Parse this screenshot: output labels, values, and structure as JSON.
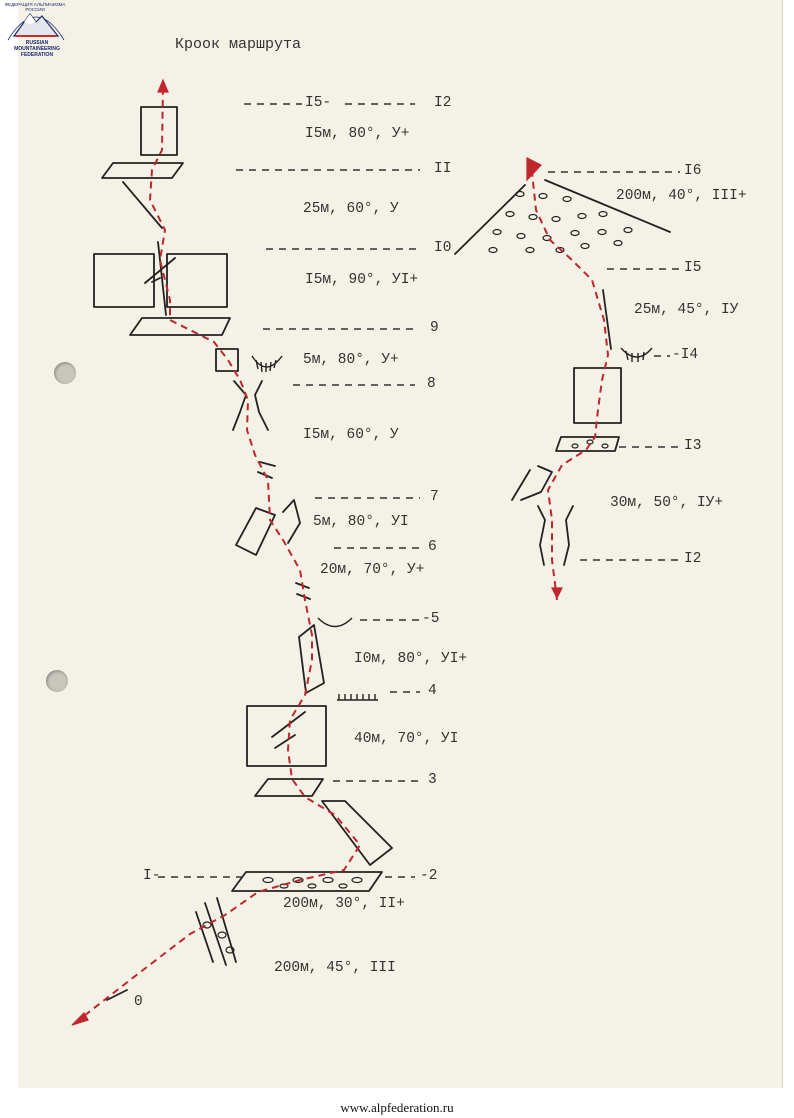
{
  "title": "Кроок маршрута",
  "footer": "www.alpfederation.ru",
  "logo": {
    "arc_text": "ФЕДЕРАЦИЯ АЛЬПИНИЗМА РОССИИ",
    "line1": "RUSSIAN",
    "line2": "MOUNTAINEERING",
    "line3": "FEDERATION"
  },
  "colors": {
    "route": "#c0272d",
    "ink": "#222222",
    "paper": "#f4f1e6"
  },
  "left_column": {
    "marks": [
      "I5-",
      "I2",
      "II",
      "I0",
      "9",
      "8",
      "7",
      "6",
      "-5",
      "4",
      "3",
      "I-",
      "-2",
      "0"
    ],
    "pitches": [
      "I5м, 80°, У+",
      "25м, 60°, У",
      "I5м, 90°, УI+",
      "5м, 80°, У+",
      "I5м, 60°, У",
      "5м, 80°, УI",
      "20м, 70°, У+",
      "I0м, 80°, УI+",
      "40м, 70°, УI",
      "200м, 30°, II+",
      "200м, 45°, III"
    ]
  },
  "right_column": {
    "marks": [
      "I6",
      "I5",
      "-I4",
      "I3",
      "I2"
    ],
    "pitches": [
      "200м, 40°, III+",
      "25м, 45°, IУ",
      "30м, 50°, IУ+"
    ]
  }
}
